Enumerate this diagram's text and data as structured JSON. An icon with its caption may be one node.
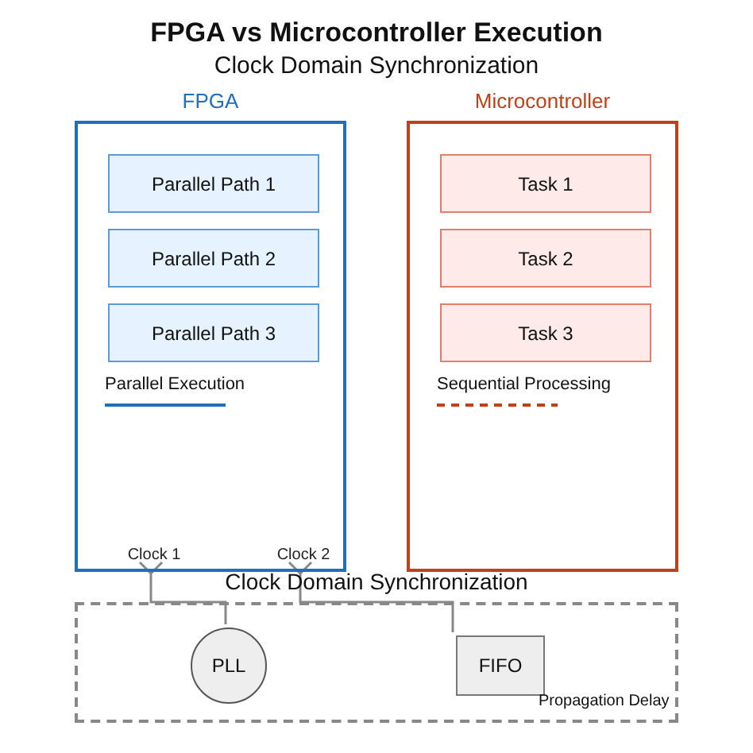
{
  "diagram": {
    "title": "FPGA vs Microcontroller Execution",
    "caption": "Clock Domain Synchronization",
    "nodes": [
      {
        "text": [
          "FPGA"
        ]
      },
      {
        "text": [
          "Parallel Path 1"
        ],
        "in": 0
      },
      {
        "text": [
          "Parallel Path 2"
        ],
        "in": 0
      },
      {
        "text": [
          "Parallel Path 3"
        ],
        "in": 0
      },
      {
        "text": [
          "Microcontroller"
        ]
      },
      {
        "text": [
          "Task 1"
        ],
        "in": 4
      },
      {
        "text": [
          "Task 2"
        ],
        "in": 4
      },
      {
        "text": [
          "Task 3"
        ],
        "in": 4
      },
      {
        "text": [
          "Clock 1"
        ],
        "in": 0
      },
      {
        "text": [
          "Clock 2"
        ],
        "in": 0
      },
      {
        "text": [
          "Clock Domain Synchronization"
        ]
      },
      {
        "text": [
          "PLL"
        ],
        "in": 10
      },
      {
        "text": [
          "FIFO"
        ],
        "in": 10
      }
    ],
    "edges": [
      {
        "from": 8,
        "to": 11,
        "arrow": "none"
      },
      {
        "from": 9,
        "to": 12,
        "arrow": "none"
      }
    ],
    "labels": [
      "Propagation Delay"
    ],
    "legend": [
      {
        "text": "Parallel Execution"
      },
      {
        "text": "Sequential Processing"
      }
    ]
  }
}
